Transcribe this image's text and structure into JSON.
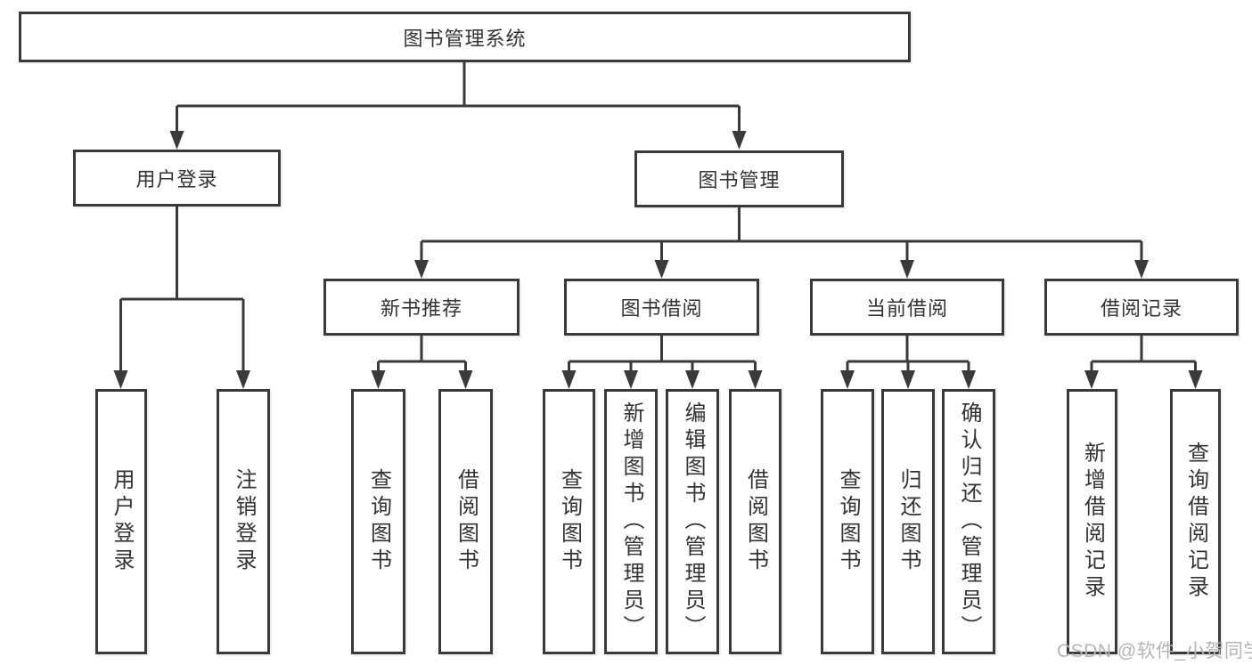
{
  "tree": {
    "root": {
      "label": "图书管理系统",
      "children": [
        {
          "label": "用户登录",
          "children": [
            {
              "label": "用户登录"
            },
            {
              "label": "注销登录"
            }
          ]
        },
        {
          "label": "图书管理",
          "children": [
            {
              "label": "新书推荐",
              "children": [
                {
                  "label": "查询图书"
                },
                {
                  "label": "借阅图书"
                }
              ]
            },
            {
              "label": "图书借阅",
              "children": [
                {
                  "label": "查询图书"
                },
                {
                  "label": "新增图书（管理员）"
                },
                {
                  "label": "编辑图书（管理员）"
                },
                {
                  "label": "借阅图书"
                }
              ]
            },
            {
              "label": "当前借阅",
              "children": [
                {
                  "label": "查询图书"
                },
                {
                  "label": "归还图书"
                },
                {
                  "label": "确认归还（管理员）"
                }
              ]
            },
            {
              "label": "借阅记录",
              "children": [
                {
                  "label": "新增借阅记录"
                },
                {
                  "label": "查询借阅记录"
                }
              ]
            }
          ]
        }
      ]
    }
  },
  "watermark": {
    "text": "CSDN @软件_小贺同学"
  },
  "colors": {
    "box_border": "#3a3a3a",
    "connector": "#3a3a3a",
    "text": "#333333",
    "watermark": "#b5b5b5",
    "background": "#ffffff"
  }
}
